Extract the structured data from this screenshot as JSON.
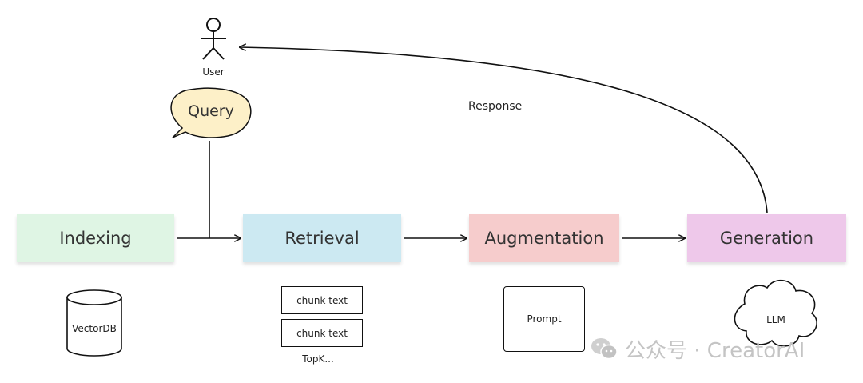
{
  "user": {
    "label": "User"
  },
  "query": {
    "label": "Query",
    "fill": "#fdf0c8"
  },
  "response": {
    "label": "Response"
  },
  "stages": [
    {
      "label": "Indexing",
      "color": "#dff5e4"
    },
    {
      "label": "Retrieval",
      "color": "#cce9f2"
    },
    {
      "label": "Augmentation",
      "color": "#f6cccc"
    },
    {
      "label": "Generation",
      "color": "#eec8ea"
    }
  ],
  "indexing": {
    "store_label": "VectorDB"
  },
  "retrieval": {
    "chunks": [
      "chunk text",
      "chunk text"
    ],
    "topk_label": "TopK..."
  },
  "augmentation": {
    "prompt_label": "Prompt"
  },
  "generation": {
    "model_label": "LLM"
  },
  "watermark": {
    "text": "公众号 · CreatorAI",
    "icon": "wechat-icon"
  }
}
